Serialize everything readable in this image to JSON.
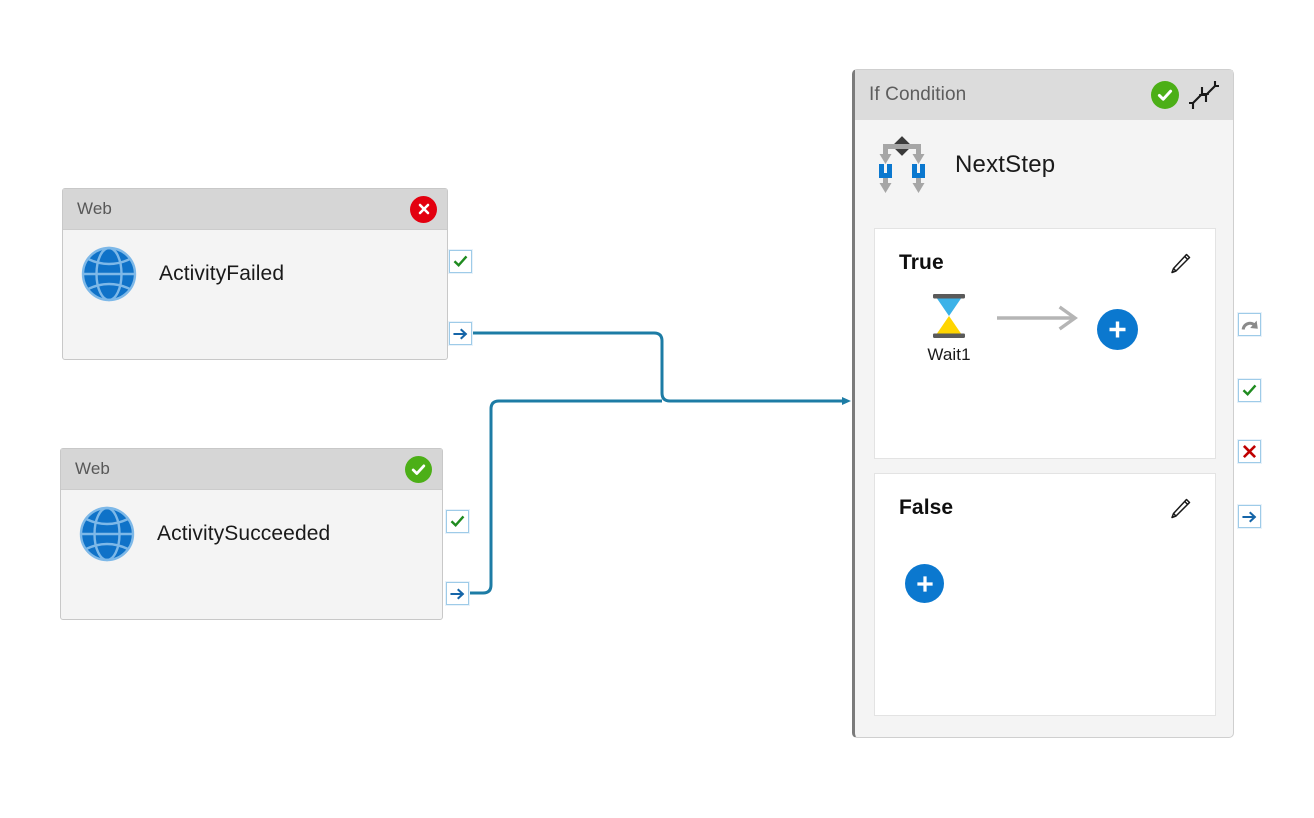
{
  "canvas": {
    "background": "#ffffff",
    "connector_color": "#1d7ca5",
    "accent_blue": "#0b78cf"
  },
  "nodes": [
    {
      "id": "web-failed",
      "title": "Web",
      "label": "ActivityFailed",
      "status": "error",
      "status_color": "#e3000f",
      "icon": "globe-icon",
      "handles": [
        "check-handle",
        "arrow-handle"
      ]
    },
    {
      "id": "web-succeeded",
      "title": "Web",
      "label": "ActivitySucceeded",
      "status": "ok",
      "status_color": "#4caf17",
      "icon": "globe-icon",
      "handles": [
        "check-handle",
        "arrow-handle"
      ]
    }
  ],
  "if_panel": {
    "header_title": "If Condition",
    "status": "ok",
    "status_color": "#4caf17",
    "collapse_icon": "collapse-icon",
    "step_icon": "branch-icon",
    "step_label": "NextStep",
    "branches": [
      {
        "id": "true",
        "name": "True",
        "edit_icon": "pencil-icon",
        "activity": {
          "icon": "hourglass-icon",
          "label": "Wait1"
        },
        "has_flow_arrow": true,
        "add_label": "+"
      },
      {
        "id": "false",
        "name": "False",
        "edit_icon": "pencil-icon",
        "activity": null,
        "has_flow_arrow": false,
        "add_label": "+"
      }
    ],
    "handles": [
      {
        "id": "loop",
        "icon": "curved-arrow-icon",
        "color": "#8a8a8a"
      },
      {
        "id": "ok",
        "icon": "check-icon",
        "color": "#1f8b1f"
      },
      {
        "id": "error",
        "icon": "cross-icon",
        "color": "#c00000"
      },
      {
        "id": "next",
        "icon": "arrow-right-icon",
        "color": "#1565a8"
      }
    ]
  }
}
